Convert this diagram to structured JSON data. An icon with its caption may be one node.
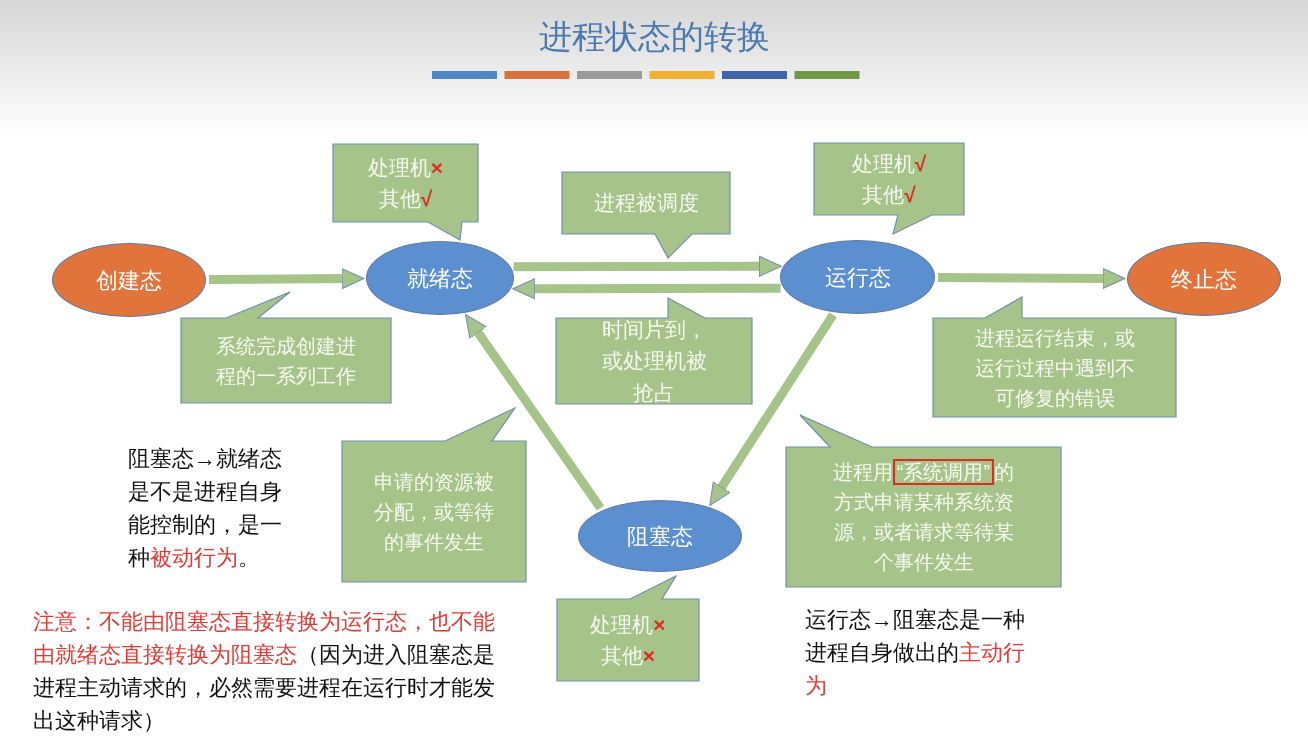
{
  "diagram": {
    "title": "进程状态的转换",
    "nodes": [
      {
        "text": [
          "创建态"
        ]
      },
      {
        "text": [
          "就绪态"
        ]
      },
      {
        "text": [
          "运行态"
        ]
      },
      {
        "text": [
          "终止态"
        ]
      },
      {
        "text": [
          "阻塞态"
        ]
      },
      {
        "text": [
          "处理机**×**",
          "其他**√**"
        ]
      },
      {
        "text": [
          "处理机**√**",
          "其他**√**"
        ]
      },
      {
        "text": [
          "处理机**×**",
          "其他**×**"
        ]
      },
      {
        "text": [
          "系统完成创建进程的一系列工作"
        ]
      },
      {
        "text": [
          "进程被调度"
        ]
      },
      {
        "text": [
          "时间片到，或处理机被抢占"
        ]
      },
      {
        "text": [
          "进程运行结束，或运行过程中遇到不可修复的错误"
        ]
      },
      {
        "text": [
          "申请的资源被分配，或等待的事件发生"
        ]
      },
      {
        "text": [
          "进程用**“系统调用”**的方式申请某种系统资源，或者请求等待某个事件发生"
        ]
      }
    ],
    "edges": [
      {
        "from": 0,
        "to": 1,
        "arrow": "to"
      },
      {
        "from": 1,
        "to": 2,
        "arrow": "to"
      },
      {
        "from": 2,
        "to": 1,
        "arrow": "to"
      },
      {
        "from": 2,
        "to": 3,
        "arrow": "to"
      },
      {
        "from": 2,
        "to": 4,
        "arrow": "to"
      },
      {
        "from": 4,
        "to": 1,
        "arrow": "to"
      }
    ],
    "labels": [
      "阻塞态→就绪态是不是进程自身能控制的，是一种**被动行为**。",
      "**注意：不能由阻塞态直接转换为运行态，也不能由就绪态直接转换为阻塞态**（因为进入阻塞态是进程主动请求的，必然需要进程在运行时才能发出这种请求）",
      "运行态→阻塞态是一种进程自身做出的**主动行为**"
    ]
  }
}
